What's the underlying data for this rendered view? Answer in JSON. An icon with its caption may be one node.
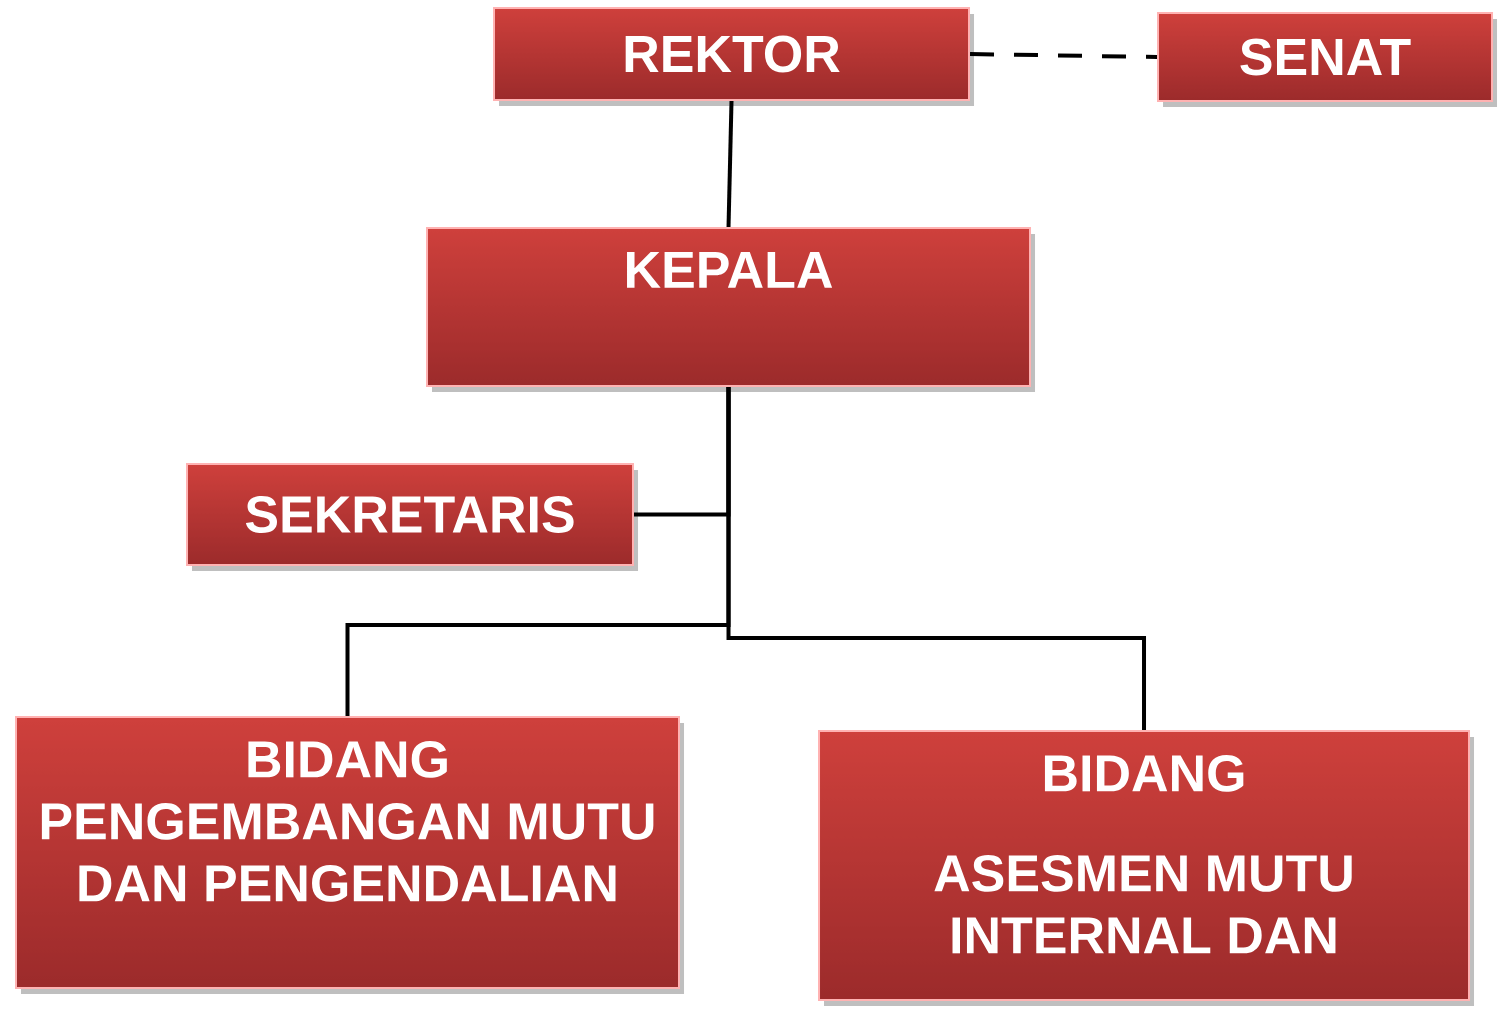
{
  "diagram": {
    "nodes": [
      {
        "text": [
          "REKTOR"
        ]
      },
      {
        "text": [
          "SENAT"
        ]
      },
      {
        "text": [
          "KEPALA"
        ]
      },
      {
        "text": [
          "SEKRETARIS"
        ]
      },
      {
        "text": [
          "BIDANG PENGEMBANGAN MUTU DAN PENGENDALIAN"
        ]
      },
      {
        "text": [
          "BIDANG",
          "ASESMEN MUTU INTERNAL DAN"
        ]
      }
    ],
    "edges": [
      {
        "from": 0,
        "to": 1,
        "arrow": "none",
        "style": "dashed"
      },
      {
        "from": 0,
        "to": 2,
        "arrow": "none"
      },
      {
        "from": 2,
        "to": 3,
        "arrow": "none"
      },
      {
        "from": 2,
        "to": 4,
        "arrow": "none"
      },
      {
        "from": 2,
        "to": 5,
        "arrow": "none"
      }
    ]
  }
}
